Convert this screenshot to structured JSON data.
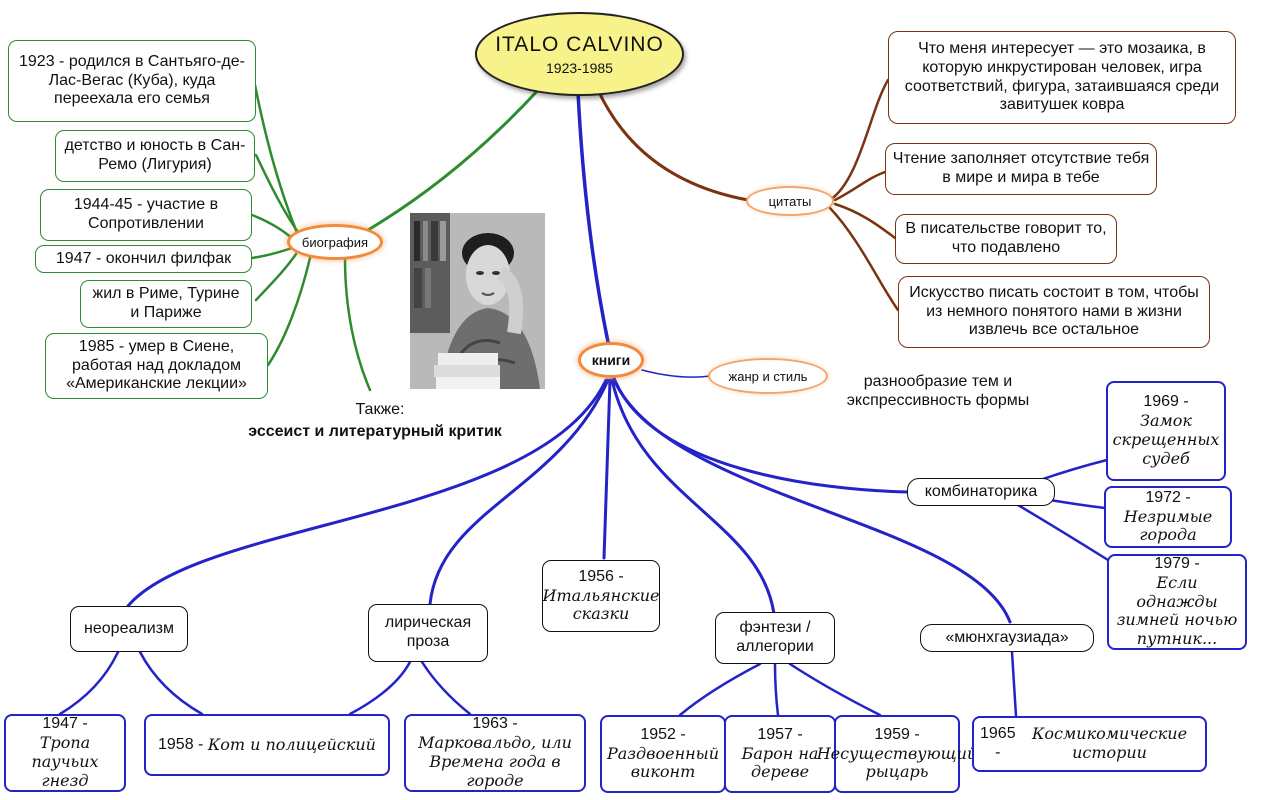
{
  "title": {
    "name": "ITALO CALVINO",
    "years": "1923-1985"
  },
  "hubs": {
    "biography": "биография",
    "quotes": "цитаты",
    "books": "книги",
    "genre": "жанр и стиль",
    "combinatorics": "комбинаторика"
  },
  "biography": [
    "1923 - родился в Сантьяго-де-Лас-Вегас (Куба), куда переехала его семья",
    "детство и юность в Сан-Ремо (Лигурия)",
    "1944-45 - участие в Сопротивлении",
    "1947 - окончил филфак",
    "жил в Риме, Турине и Париже",
    "1985 - умер в Сиене, работая над докладом «Американские лекции»"
  ],
  "also": {
    "label": "Также:",
    "text": "эссеист и литературный критик"
  },
  "quotes": [
    "Что меня интересует — это мозаика, в которую инкрустирован человек, игра соответствий, фигура, затаившаяся среди завитушек ковра",
    "Чтение заполняет отсутствие тебя в мире и мира в тебе",
    "В писательстве говорит то, что подавлено",
    "Искусство писать состоит в том, чтобы из немного понятого нами в жизни извлечь все остальное"
  ],
  "genre_text": "разнообразие тем и экспрессивность формы",
  "categories": {
    "neorealism": "неореализм",
    "lyric": "лирическая проза",
    "fantasy": "фэнтези / аллегории",
    "munchausen": "«мюнхгаузиада»"
  },
  "books": {
    "tropa": {
      "year": "1947 -",
      "title": "Тропа паучьих гнезд"
    },
    "kot": {
      "year": "1958 -",
      "title": "Кот и полицейский"
    },
    "markovaldo": {
      "year": "1963 -",
      "title": "Марковальдо, или Времена года в городе"
    },
    "skazki": {
      "year": "1956 -",
      "title": "Итальянские сказки"
    },
    "vikont": {
      "year": "1952 -",
      "title": "Раздвоенный виконт"
    },
    "baron": {
      "year": "1957 -",
      "title": "Барон на дереве"
    },
    "rytsar": {
      "year": "1959 -",
      "title": "Несуществующий рыцарь"
    },
    "kosmikomicheskie": {
      "year": "1965 -",
      "title": "Космикомические истории"
    },
    "zamok": {
      "year": "1969 -",
      "title": "Замок скрещенных судеб"
    },
    "goroda": {
      "year": "1972 -",
      "title": "Незримые города"
    },
    "putnik": {
      "year": "1979 -",
      "title": "Если однажды зимней ночью путник..."
    }
  },
  "colors": {
    "biography": "#2e8b2e",
    "quotes": "#7a3410",
    "books": "#2323c8",
    "hub_border": "#f08a3c",
    "title_fill": "#f7f38a"
  }
}
